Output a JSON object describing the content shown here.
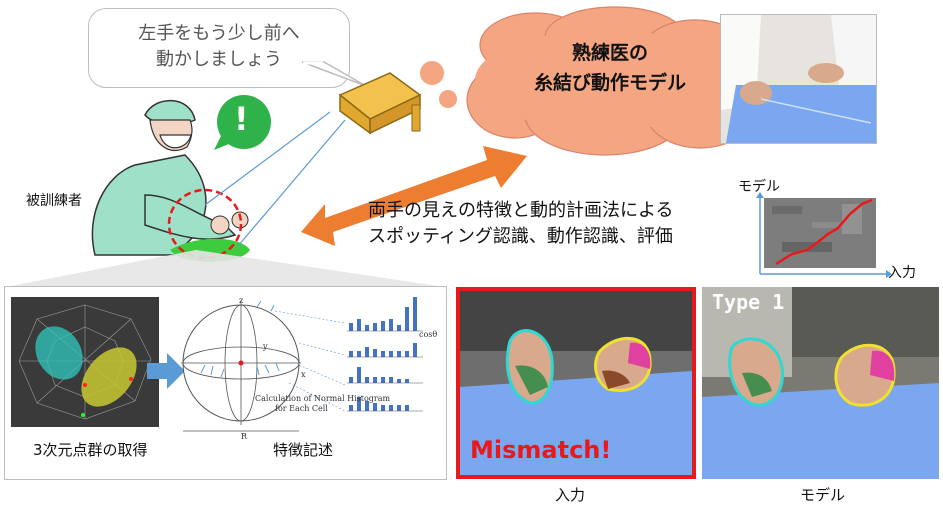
{
  "speech_bubble": {
    "line1": "左手をもう少し前へ",
    "line2": "動かしましょう"
  },
  "trainee_label": "被訓練者",
  "exclamation": "!",
  "cloud": {
    "line1": "熟練医の",
    "line2": "糸結び動作モデル"
  },
  "method": {
    "line1": "両手の見えの特徴と動的計画法による",
    "line2": "スポッティング認識、動作認識、評価"
  },
  "dp_plot": {
    "y_label": "モデル",
    "x_label": "入力"
  },
  "features_panel": {
    "point_cloud_caption": "3次元点群の取得",
    "feature_caption": "特徴記述",
    "histogram_note_line1": "Calculation of Normal Histogram",
    "histogram_note_line2": "for Each Cell",
    "cos_label": "cosθ",
    "axis_z": "z",
    "axis_y": "y",
    "axis_x": "x",
    "radius_label": "R"
  },
  "input_frame": {
    "badge": "Mismatch!",
    "caption": "入力"
  },
  "model_frame": {
    "badge": "Type 1",
    "caption": "モデル"
  },
  "colors": {
    "cloud": "#f4a582",
    "arrow": "#ed7d31",
    "mismatch": "#e8191a",
    "sheet": "#7aa7f0",
    "panel_arrow": "#5b9bd5"
  }
}
